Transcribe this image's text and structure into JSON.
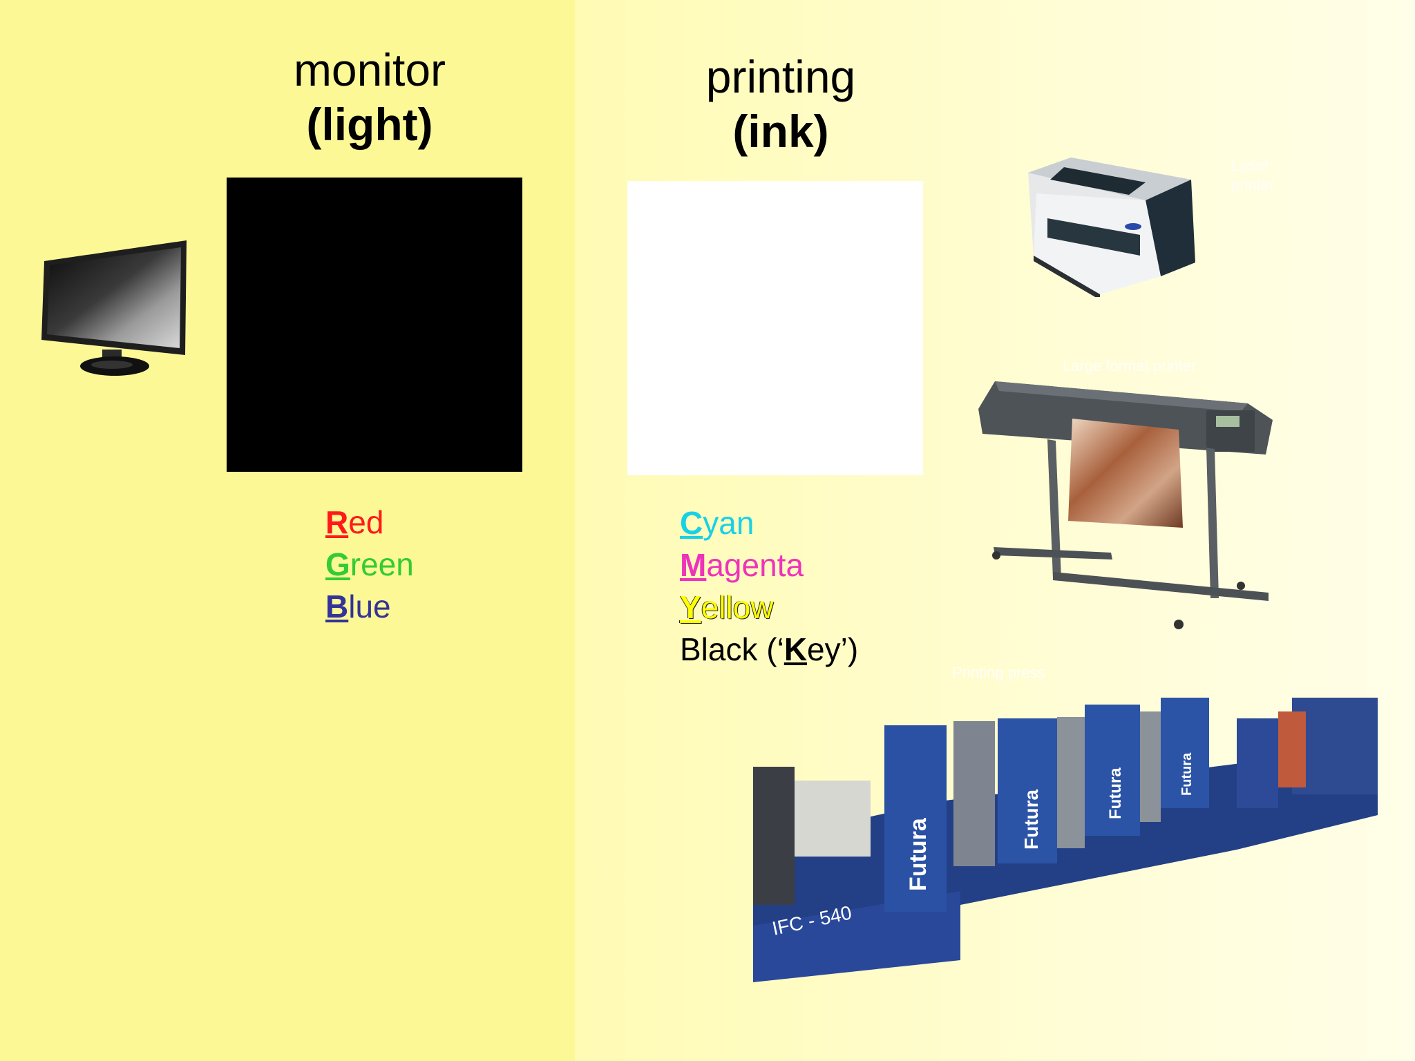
{
  "monitor": {
    "title": "monitor",
    "subtitle": "(light)",
    "swatch_color": "#000000",
    "colors": [
      {
        "initial": "R",
        "rest": "ed",
        "color": "#ff1a1a"
      },
      {
        "initial": "G",
        "rest": "reen",
        "color": "#33cc33"
      },
      {
        "initial": "B",
        "rest": "lue",
        "color": "#333399"
      }
    ]
  },
  "printing": {
    "title": "printing",
    "subtitle": "(ink)",
    "swatch_color": "#ffffff",
    "colors": [
      {
        "initial": "C",
        "rest": "yan",
        "color": "#19d1e6"
      },
      {
        "initial": "M",
        "rest": "agenta",
        "color": "#ee33bb"
      },
      {
        "initial": "Y",
        "rest": "ellow",
        "color": "#ffff00"
      }
    ],
    "black": {
      "before": "Black (‘",
      "initial": "K",
      "after": "ey’)"
    }
  },
  "captions": {
    "laser": "Laser printer",
    "large_format": "Large format printer",
    "press": "Printing press"
  },
  "press_labels": {
    "brand": "Futura",
    "model": "IFC - 540"
  }
}
